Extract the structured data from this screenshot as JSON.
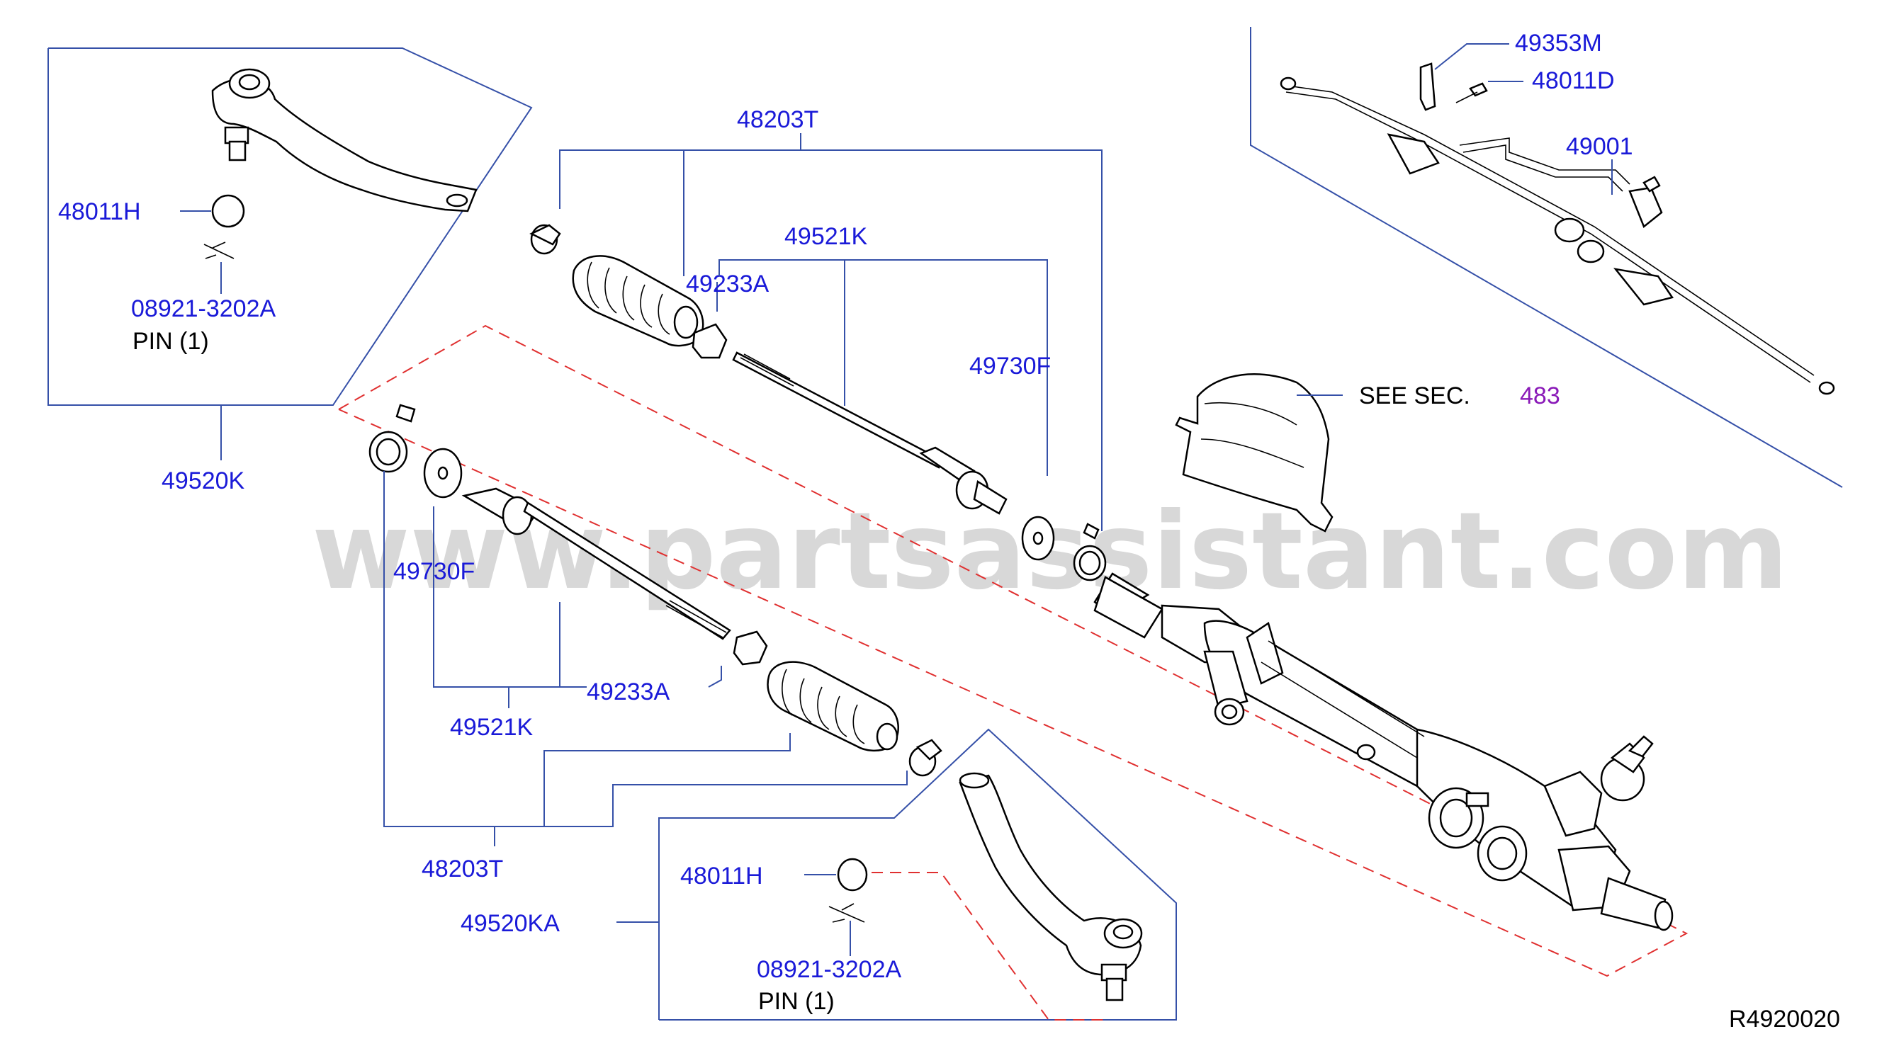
{
  "watermark": "www.partsassistant.com",
  "diagram_id": "R4920020",
  "see_section": {
    "text": "SEE   SEC.",
    "ref": "483"
  },
  "labels": {
    "tie_rod_end_left": "49520K",
    "tie_rod_end_right": "49520KA",
    "nut_top": "48011H",
    "nut_bottom": "48011H",
    "pin_part_top": "08921-3202A",
    "pin_part_bottom": "08921-3202A",
    "pin_qty_top": "PIN   (1)",
    "pin_qty_bottom": "PIN   (1)",
    "boot_kit_top": "48203T",
    "boot_kit_bottom": "48203T",
    "inner_socket_top": "49521K",
    "inner_socket_bottom": "49521K",
    "washer_top": "49730F",
    "washer_bottom": "49730F",
    "nut_rod_top": "49233A",
    "nut_rod_bottom": "49233A",
    "bracket": "49353M",
    "bolt": "48011D",
    "gear_assy": "49001"
  },
  "colors": {
    "label": "#1a1ad8",
    "leader": "#3550a8",
    "dashed": "#e03030",
    "ref": "#8a1ab8"
  }
}
